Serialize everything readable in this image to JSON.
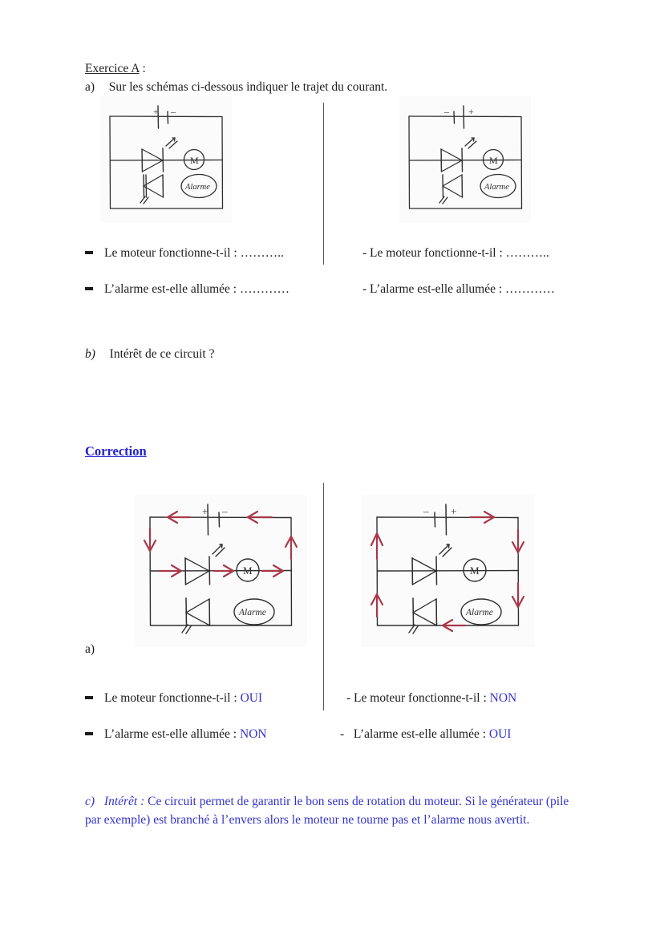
{
  "document": {
    "exercise_title": "Exercice A",
    "exercise_title_suffix": " :",
    "question_a_marker": "a)",
    "question_a_text": "Sur les schémas ci-dessous indiquer le trajet du courant.",
    "question_b_marker": "b)",
    "question_b_text": "Intérêt de ce circuit ?",
    "correction_heading": "Correction ",
    "answer_a_marker": "a)",
    "question_c_marker": "c)",
    "question_c_lead": "Intérêt :",
    "question_c_text": " Ce circuit permet de garantir le bon sens de rotation du moteur. Si le générateur (pile par exemple) est branché à l’envers alors le moteur ne tourne pas et l’alarme nous avertit."
  },
  "exercise_questions": {
    "left": [
      {
        "bullet": "dash",
        "label": "Le moteur fonctionne-t-il : ",
        "answer": "………..",
        "answer_color": "black"
      },
      {
        "bullet": "dash",
        "label": "L’alarme est-elle allumée : ",
        "answer": "…………",
        "answer_color": "black"
      }
    ],
    "right": [
      {
        "bullet": "-",
        "label": "Le moteur fonctionne-t-il : ",
        "answer": "………..",
        "answer_color": "black"
      },
      {
        "bullet": "-",
        "label": "L’alarme est-elle allumée : ",
        "answer": "…………",
        "answer_color": "black"
      }
    ]
  },
  "correction_answers": {
    "left": [
      {
        "bullet": "dash",
        "label": "Le moteur fonctionne-t-il : ",
        "answer": "OUI",
        "answer_color": "#3333cc"
      },
      {
        "bullet": "dash",
        "label": "L’alarme est-elle allumée : ",
        "answer": "NON",
        "answer_color": "#3333cc"
      }
    ],
    "right": [
      {
        "bullet": "-",
        "label": "Le moteur fonctionne-t-il : ",
        "answer": "NON",
        "answer_color": "#3333cc"
      },
      {
        "bullet": "-",
        "label": "L’alarme est-elle allumée : ",
        "answer": "OUI",
        "answer_color": "#3333cc"
      }
    ]
  },
  "circuits": {
    "exercise_left": {
      "battery_left_sign": "+",
      "battery_right_sign": "–",
      "motor_label": "M",
      "alarm_label": "Alarme",
      "led_top_direction": "right",
      "led_bottom_direction": "left",
      "arrows": false
    },
    "exercise_right": {
      "battery_left_sign": "–",
      "battery_right_sign": "+",
      "motor_label": "M",
      "alarm_label": "Alarme",
      "led_top_direction": "right",
      "led_bottom_direction": "left",
      "arrows": false
    },
    "correction_left": {
      "battery_left_sign": "+",
      "battery_right_sign": "–",
      "motor_label": "M",
      "alarm_label": "Alarme",
      "led_top_direction": "right",
      "led_bottom_direction": "left",
      "arrows": true,
      "arrow_color": "#a8384a",
      "current_path": "motor-branch",
      "current_direction": "clockwise-through-motor"
    },
    "correction_right": {
      "battery_left_sign": "–",
      "battery_right_sign": "+",
      "motor_label": "M",
      "alarm_label": "Alarme",
      "led_top_direction": "right",
      "led_bottom_direction": "left",
      "arrows": true,
      "arrow_color": "#a8384a",
      "current_path": "alarm-branch",
      "current_direction": "counterclockwise-through-alarm"
    }
  },
  "colors": {
    "ink": "#1c1c1c",
    "blue_text": "#3333cc",
    "arrow_red": "#a8384a",
    "divider": "#5a5a5a",
    "scan_bg": "#fbfbfb"
  }
}
